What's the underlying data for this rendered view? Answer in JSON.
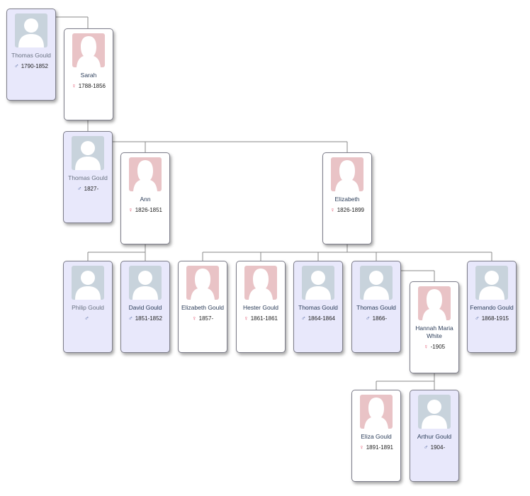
{
  "colors": {
    "male_card": "#e8e8fb",
    "female_card": "#ffffff",
    "male_avatar": "#c8d3dc",
    "female_avatar": "#e9c3c6",
    "male_symbol": "#5a6fa6",
    "female_symbol": "#e0506a",
    "connector": "#8a8a8a"
  },
  "people": [
    {
      "id": "p1",
      "name": "Thomas Gould",
      "sex": "male",
      "years": "1790-1852"
    },
    {
      "id": "p2",
      "name": "Sarah",
      "sex": "female",
      "years": "1788-1856"
    },
    {
      "id": "p3",
      "name": "Thomas Gould",
      "sex": "male",
      "years": "1827-"
    },
    {
      "id": "p4",
      "name": "Ann",
      "sex": "female",
      "years": "1826-1851"
    },
    {
      "id": "p5",
      "name": "Elizabeth",
      "sex": "female",
      "years": "1826-1899"
    },
    {
      "id": "p6",
      "name": "Philip Gould",
      "sex": "male",
      "years": ""
    },
    {
      "id": "p7",
      "name": "David Gould",
      "sex": "male",
      "years": "1851-1852"
    },
    {
      "id": "p8",
      "name": "Elizabeth Gould",
      "sex": "female",
      "years": "1857-"
    },
    {
      "id": "p9",
      "name": "Hester Gould",
      "sex": "female",
      "years": "1861-1861"
    },
    {
      "id": "p10",
      "name": "Thomas Gould",
      "sex": "male",
      "years": "1864-1864"
    },
    {
      "id": "p11",
      "name": "Thomas Gould",
      "sex": "male",
      "years": "1866-"
    },
    {
      "id": "p12",
      "name": "Hannah Maria White",
      "sex": "female",
      "years": "-1905"
    },
    {
      "id": "p13",
      "name": "Fernando Gould",
      "sex": "male",
      "years": "1868-1915"
    },
    {
      "id": "p14",
      "name": "Eliza Gould",
      "sex": "female",
      "years": "1891-1891"
    },
    {
      "id": "p15",
      "name": "Arthur Gould",
      "sex": "male",
      "years": "1904-"
    }
  ],
  "symbols": {
    "male": "♂",
    "female": "♀"
  }
}
